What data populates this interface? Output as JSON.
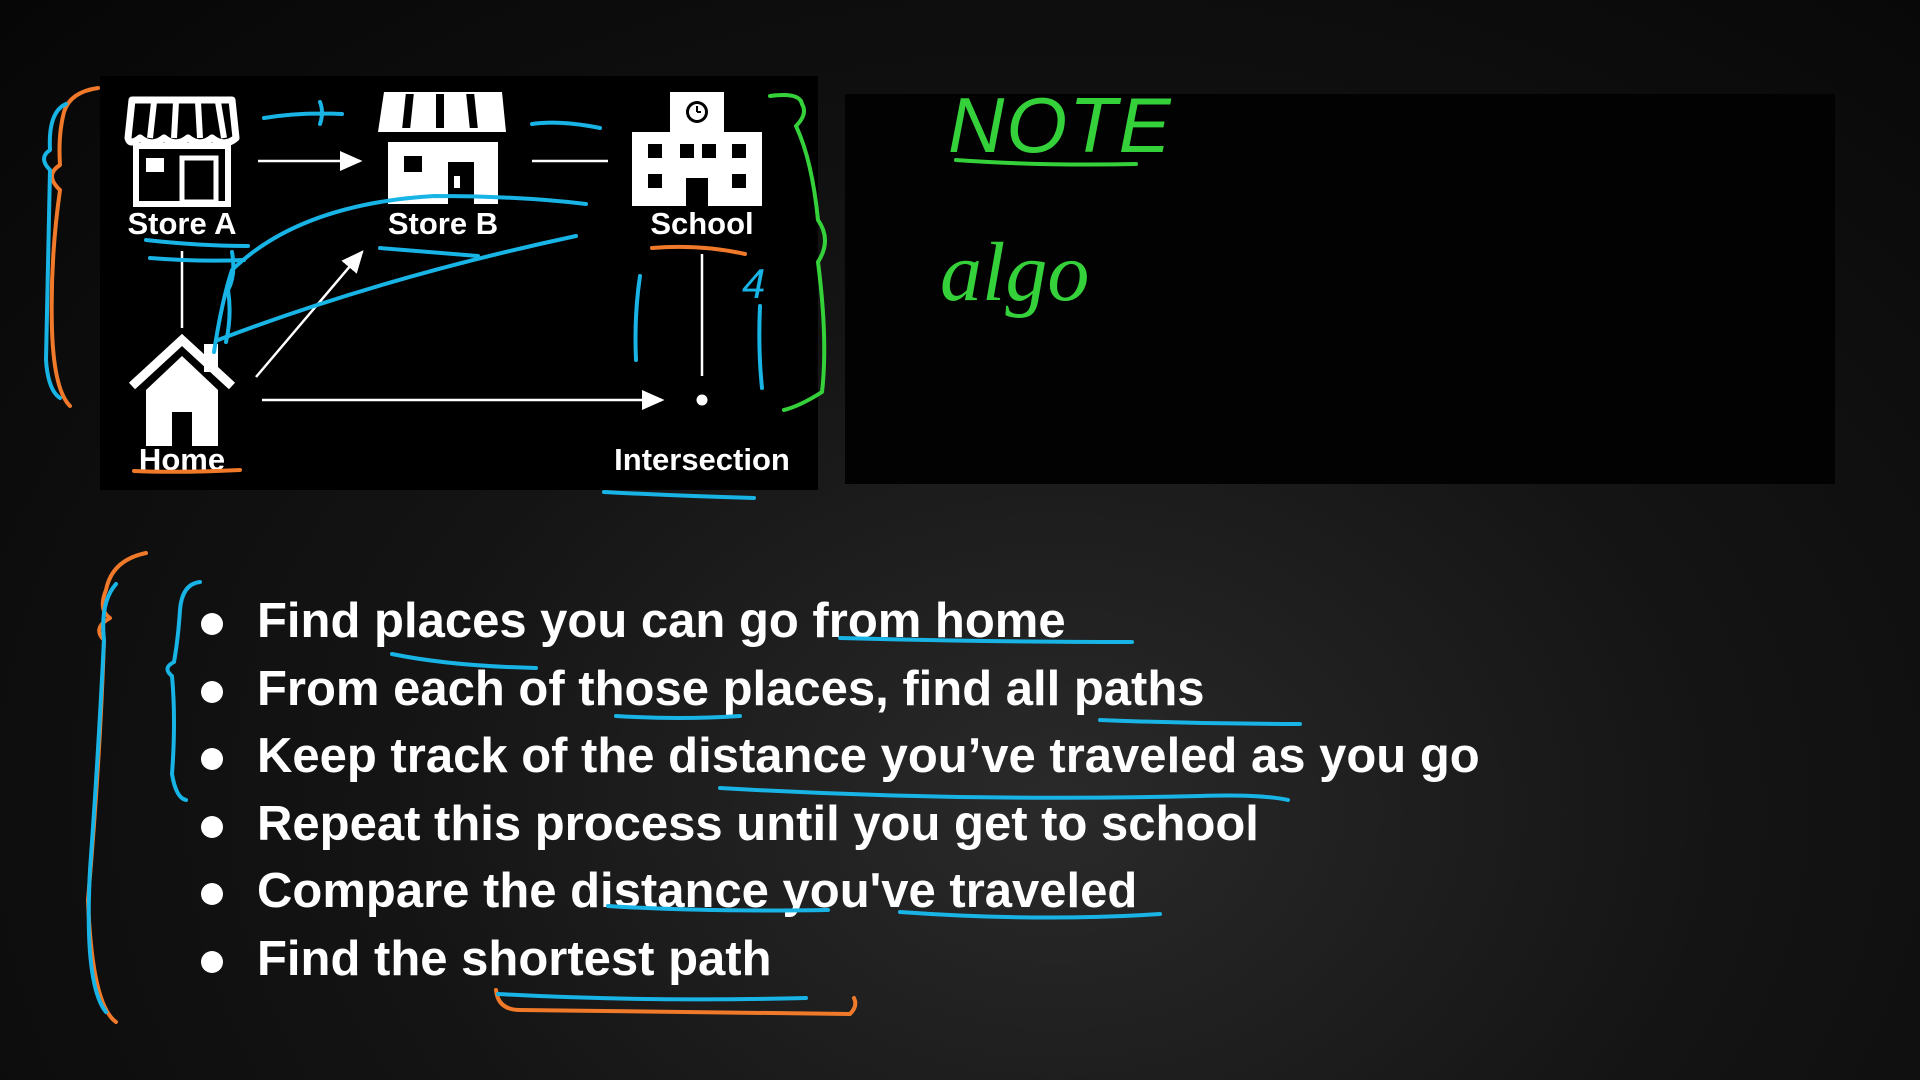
{
  "diagram": {
    "nodes": {
      "store_a": {
        "label": "Store A",
        "icon": "store-icon"
      },
      "store_b": {
        "label": "Store B",
        "icon": "store-icon"
      },
      "school": {
        "label": "School",
        "icon": "school-building-icon"
      },
      "home": {
        "label": "Home",
        "icon": "house-icon"
      },
      "intersection": {
        "label": "Intersection",
        "icon": "dot-icon"
      }
    },
    "edges": [
      {
        "from": "Store A",
        "to": "Store B",
        "style": "arrow"
      },
      {
        "from": "Store B",
        "to": "School",
        "style": "line"
      },
      {
        "from": "Home",
        "to": "Store A",
        "style": "line"
      },
      {
        "from": "Home",
        "to": "Store B",
        "style": "arrow"
      },
      {
        "from": "Home",
        "to": "Intersection",
        "style": "arrow"
      },
      {
        "from": "School",
        "to": "Intersection",
        "style": "line"
      }
    ]
  },
  "annotations": {
    "note_title": "NOTE",
    "note_text": "algo",
    "edge_weight": "4",
    "colors": {
      "blue": "#19b4e6",
      "orange": "#f07a2a",
      "green": "#35d13a"
    }
  },
  "steps": [
    "Find places you can go from home",
    "From each of those places, find all paths",
    "Keep track of the distance you’ve traveled as you go",
    "Repeat this process until you get to school",
    "Compare the distance you've traveled",
    "Find the shortest path"
  ],
  "colors": {
    "slide_background": "#0a0a0a",
    "panel": "#000000",
    "text": "#ffffff"
  }
}
